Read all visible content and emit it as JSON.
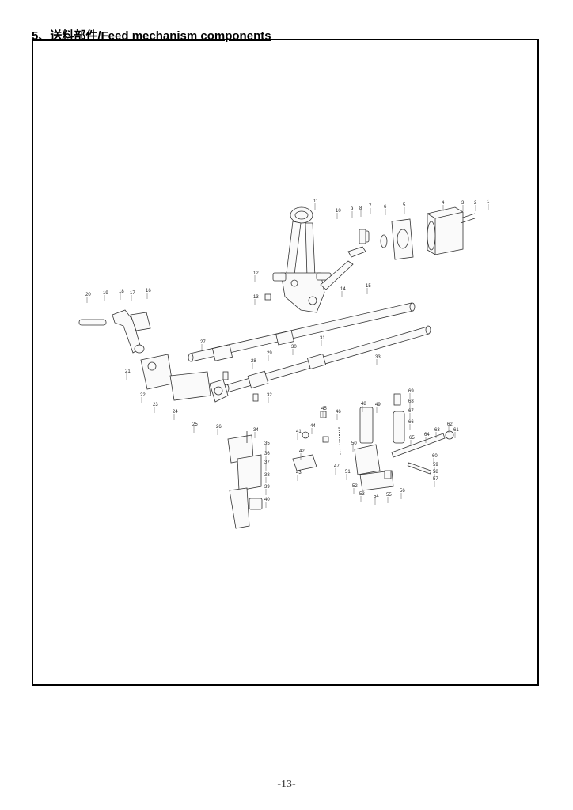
{
  "header": {
    "title": "5、送料部件/Feed mechanism components"
  },
  "diagram": {
    "part_labels": [
      "1",
      "2",
      "3",
      "4",
      "5",
      "6",
      "7",
      "8",
      "9",
      "10",
      "11",
      "12",
      "13",
      "14",
      "15",
      "16",
      "17",
      "18",
      "19",
      "20",
      "21",
      "22",
      "23",
      "24",
      "25",
      "26",
      "27",
      "28",
      "29",
      "30",
      "31",
      "32",
      "33",
      "34",
      "35",
      "36",
      "37",
      "38",
      "39",
      "40",
      "41",
      "42",
      "43",
      "44",
      "45",
      "46",
      "47",
      "48",
      "49",
      "50",
      "51",
      "52",
      "53",
      "54",
      "55",
      "56",
      "57",
      "58",
      "59",
      "60",
      "61",
      "62",
      "63",
      "64",
      "65",
      "66",
      "67",
      "68",
      "69"
    ]
  },
  "footer": {
    "page_number": "-13-"
  }
}
